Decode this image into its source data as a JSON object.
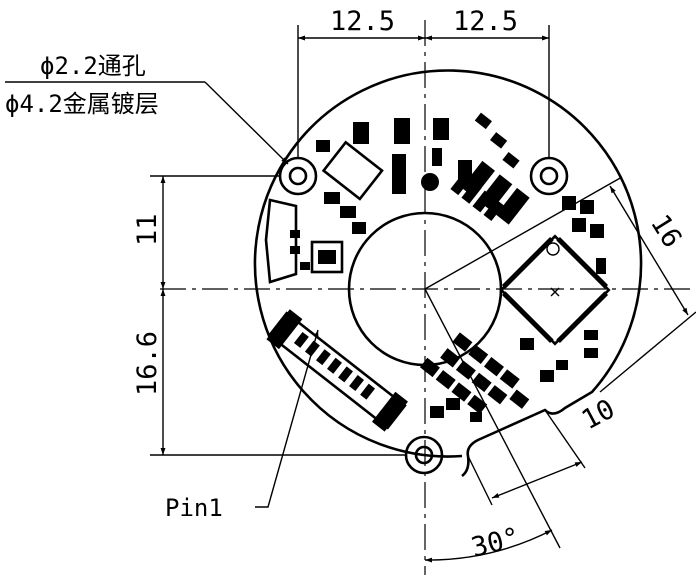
{
  "dimensions": {
    "top_left": "12.5",
    "top_right": "12.5",
    "left_upper": "11",
    "left_lower": "16.6",
    "right_diagonal": "16",
    "lower_right": "10",
    "angle": "30°"
  },
  "notes": {
    "through_hole": "ϕ2.2通孔",
    "plating": "ϕ4.2金属镀层",
    "pin1": "Pin1"
  }
}
